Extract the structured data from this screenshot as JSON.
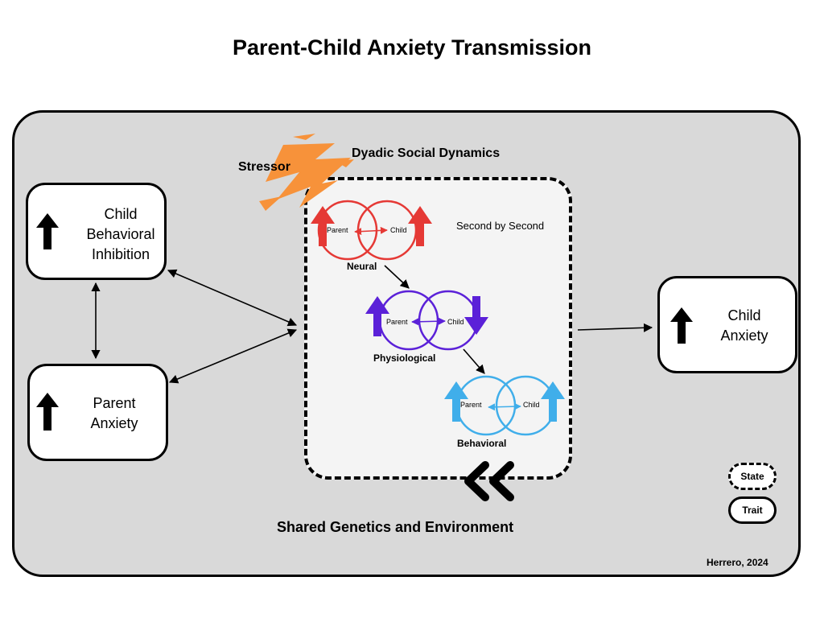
{
  "title": "Parent-Child Anxiety Transmission",
  "stressor": "Stressor",
  "dyadic_title": "Dyadic Social Dynamics",
  "second_by_second": "Second by Second",
  "traits": {
    "child_bi": [
      "Child",
      "Behavioral",
      "Inhibition"
    ],
    "parent_anx": [
      "Parent",
      "Anxiety"
    ],
    "child_anx": [
      "Child",
      "Anxiety"
    ]
  },
  "levels": [
    {
      "name": "Neural",
      "parent": "Parent",
      "child": "Child",
      "color": "#e53935",
      "parent_arrow": "up",
      "child_arrow": "up"
    },
    {
      "name": "Physiological",
      "parent": "Parent",
      "child": "Child",
      "color": "#5b21d8",
      "parent_arrow": "up",
      "child_arrow": "down"
    },
    {
      "name": "Behavioral",
      "parent": "Parent",
      "child": "Child",
      "color": "#40aeea",
      "parent_arrow": "up",
      "child_arrow": "up"
    }
  ],
  "shared": "Shared Genetics and Environment",
  "legend": {
    "state": "State",
    "trait": "Trait"
  },
  "credit": "Herrero, 2024",
  "colors": {
    "stressor": "#f7923a",
    "frame": "#d9d9d9"
  }
}
